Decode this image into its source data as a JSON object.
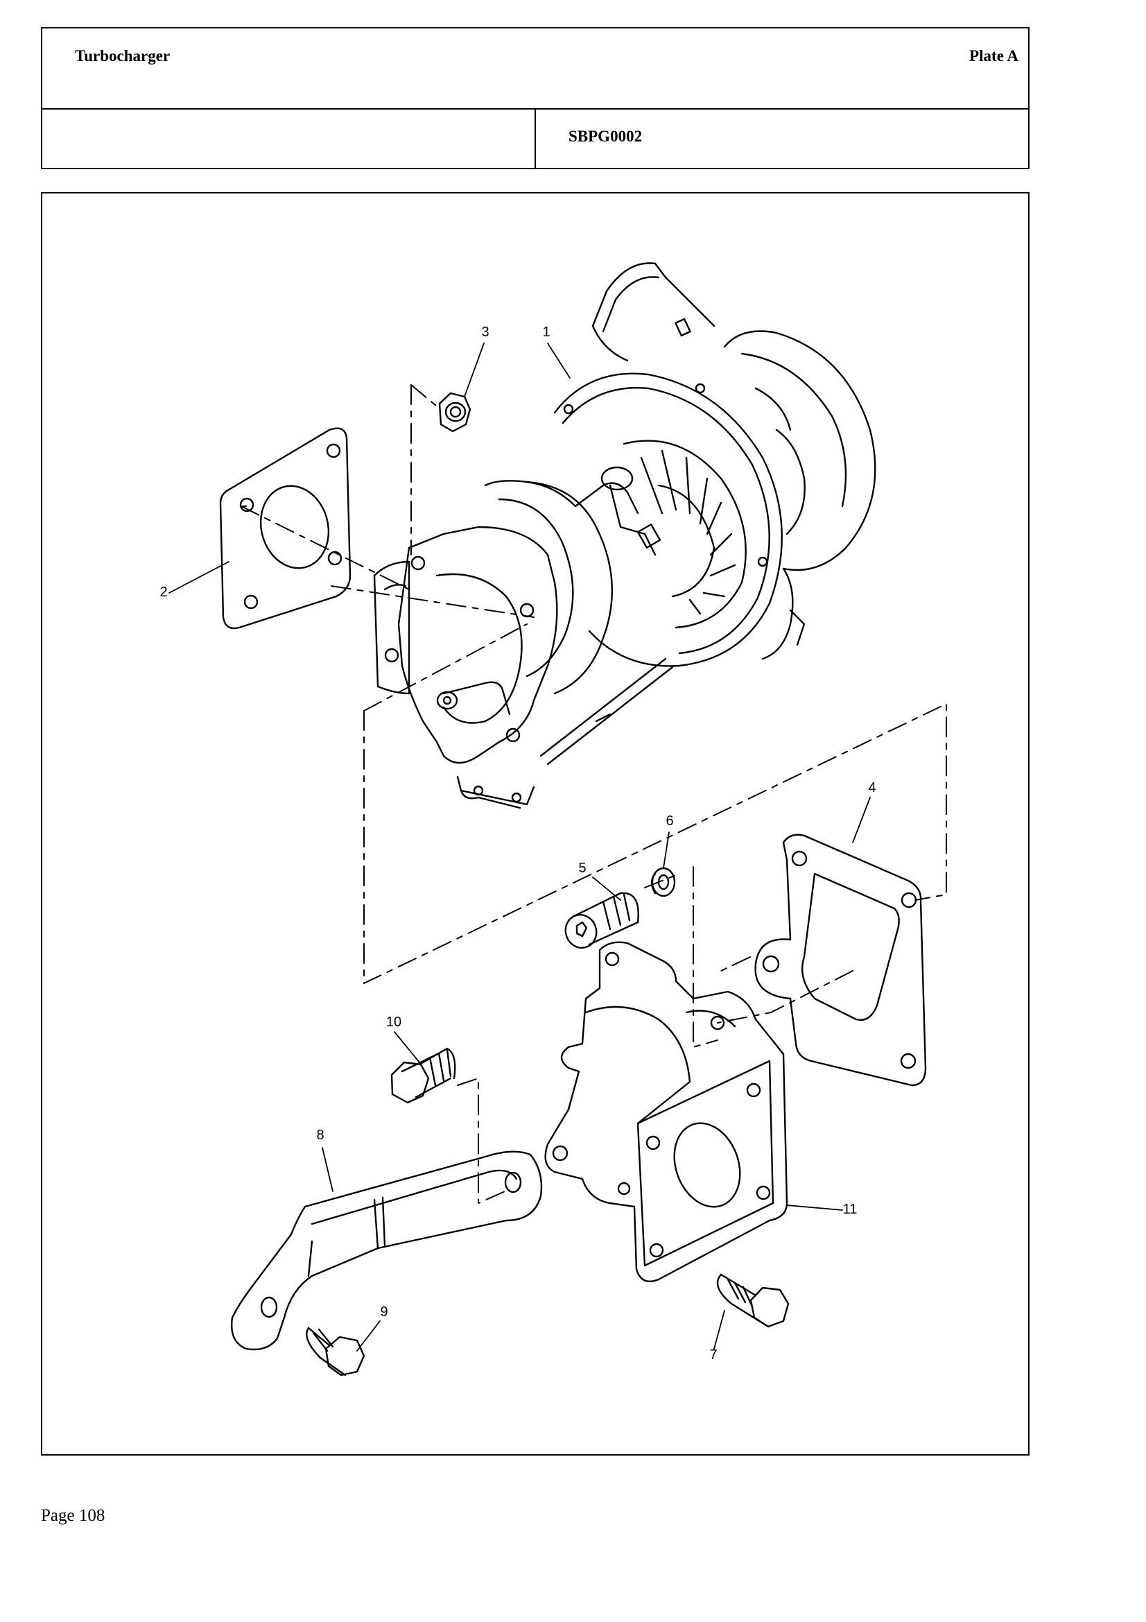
{
  "header": {
    "title": "Turbocharger",
    "plate": "Plate A",
    "code": "SBPG0002"
  },
  "callouts": [
    "1",
    "2",
    "3",
    "4",
    "5",
    "6",
    "7",
    "8",
    "9",
    "10",
    "11"
  ],
  "footer": {
    "page": "Page 108"
  }
}
